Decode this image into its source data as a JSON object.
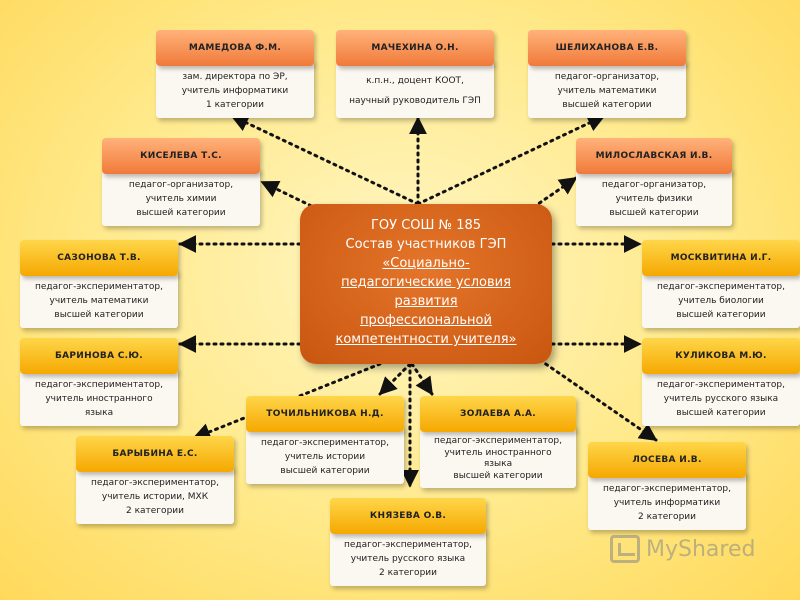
{
  "center": {
    "line1": "ГОУ СОШ № 185",
    "line2": "Состав участников ГЭП",
    "line3": "«Социально-",
    "line4": "педагогические условия",
    "line5": "развития",
    "line6": "профессиональной",
    "line7": "компетентности учителя»"
  },
  "cards": {
    "mamedova": {
      "name": "МАМЕДОВА Ф.М.",
      "lines": [
        "зам. директора по ЭР,",
        "учитель информатики",
        "1 категории"
      ]
    },
    "machekhina": {
      "name": "МАЧЕХИНА О.Н.",
      "lines": [
        "к.п.н., доцент КООТ,",
        "научный руководитель ГЭП"
      ]
    },
    "shelikhanova": {
      "name": "ШЕЛИХАНОВА Е.В.",
      "lines": [
        "педагог-организатор,",
        "учитель математики",
        "высшей категории"
      ]
    },
    "kiseleva": {
      "name": "КИСЕЛЕВА Т.С.",
      "lines": [
        "педагог-организатор,",
        "учитель химии",
        "высшей категории"
      ]
    },
    "miloslavskaya": {
      "name": "МИЛОСЛАВСКАЯ И.В.",
      "lines": [
        "педагог-организатор,",
        "учитель физики",
        "высшей категории"
      ]
    },
    "sazonova": {
      "name": "САЗОНОВА Т.В.",
      "lines": [
        "педагог-экспериментатор,",
        "учитель математики",
        "высшей категории"
      ]
    },
    "moskvitina": {
      "name": "МОСКВИТИНА И.Г.",
      "lines": [
        "педагог-экспериментатор,",
        "учитель биологии",
        "высшей категории"
      ]
    },
    "barinova": {
      "name": "БАРИНОВА С.Ю.",
      "lines": [
        "педагог-экспериментатор,",
        "учитель иностранного",
        "языка"
      ]
    },
    "kulikova": {
      "name": "КУЛИКОВА М.Ю.",
      "lines": [
        "педагог-экспериментатор,",
        "учитель русского языка",
        "высшей категории"
      ]
    },
    "tochilnikova": {
      "name": "ТОЧИЛЬНИКОВА Н.Д.",
      "lines": [
        "педагог-экспериментатор,",
        "учитель истории",
        "высшей категории"
      ]
    },
    "zolaeva": {
      "name": "ЗОЛАЕВА А.А.",
      "lines": [
        "педагог-экспериментатор,",
        "учитель иностранного",
        "языка",
        "высшей категории"
      ]
    },
    "barybina": {
      "name": "БАРЫБИНА Е.С.",
      "lines": [
        "педагог-экспериментатор,",
        "учитель истории, МХК",
        "2 категории"
      ]
    },
    "loseva": {
      "name": "ЛОСЕВА И.В.",
      "lines": [
        "педагог-экспериментатор,",
        "учитель информатики",
        "2 категории"
      ]
    },
    "knyazeva": {
      "name": "КНЯЗЕВА О.В.",
      "lines": [
        "педагог-экспериментатор,",
        "учитель русского языка",
        "2 категории"
      ]
    }
  },
  "watermark": "MyShared",
  "colors": {
    "orange_header": "#f07a3a",
    "yellow_header": "#f5a800",
    "center_box": "#c9560f",
    "card_body": "#fbf7f1",
    "arrow": "#111111"
  }
}
